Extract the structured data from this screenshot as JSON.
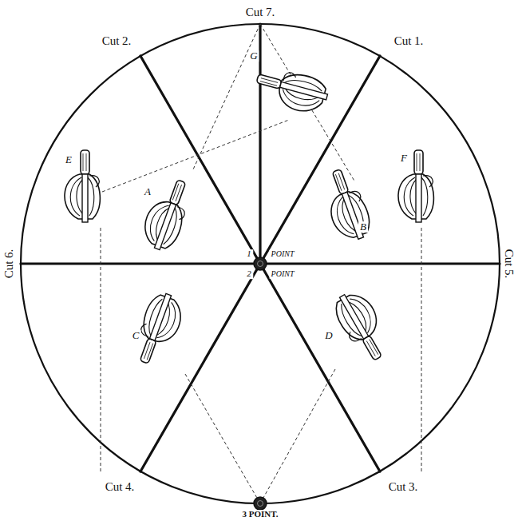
{
  "diagram": {
    "labels": [
      "Cut 7.",
      "Cut 2.",
      "Cut 1.",
      "Cut 6.",
      "Cut 5.",
      "G",
      "E",
      "A",
      "F",
      "B",
      "1",
      "POINT",
      "2",
      "POINT",
      "C",
      "D",
      "Cut 4.",
      "Cut 3.",
      "3 POINT."
    ]
  }
}
